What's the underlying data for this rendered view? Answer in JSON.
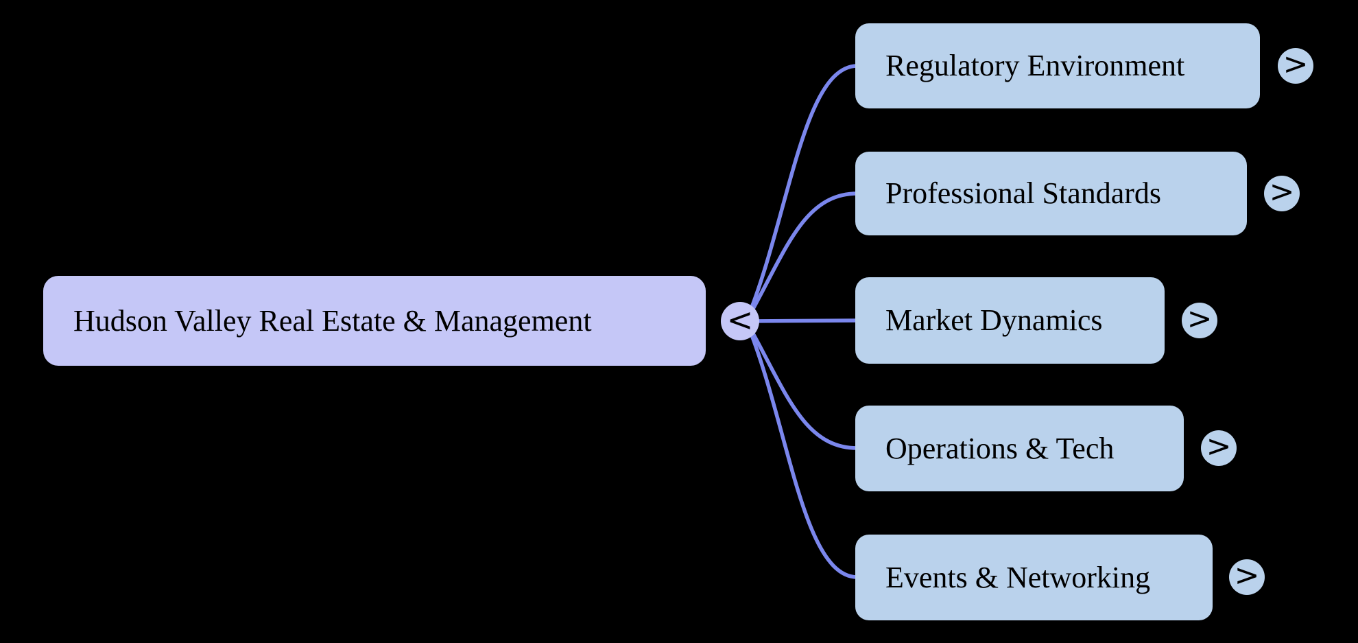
{
  "colors": {
    "background": "#000000",
    "root_fill": "#c5c7f7",
    "child_fill": "#bad2ec",
    "edge": "#7b87ed",
    "text": "#000000"
  },
  "root": {
    "label": "Hudson Valley Real Estate & Management",
    "collapse_label": "<"
  },
  "children": [
    {
      "label": "Regulatory Environment",
      "expand_label": ">"
    },
    {
      "label": "Professional Standards",
      "expand_label": ">"
    },
    {
      "label": "Market Dynamics",
      "expand_label": ">"
    },
    {
      "label": "Operations & Tech",
      "expand_label": ">"
    },
    {
      "label": "Events & Networking",
      "expand_label": ">"
    }
  ]
}
